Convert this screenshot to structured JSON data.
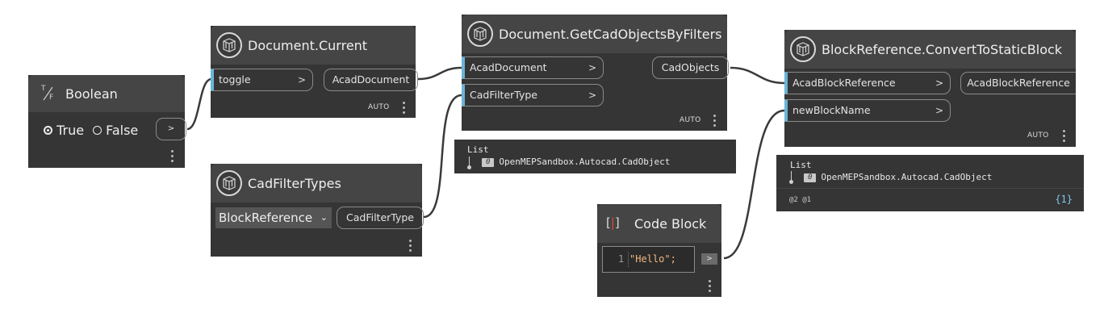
{
  "boolean_node": {
    "title": "Boolean",
    "true_label": "True",
    "false_label": "False",
    "selected": "True",
    "output_arrow": ">"
  },
  "doc_current_node": {
    "title": "Document.Current",
    "input_label": "toggle",
    "output_label": "AcadDocument",
    "lacing": "AUTO",
    "arrow": ">"
  },
  "filter_types_node": {
    "title": "CadFilterTypes",
    "selected_value": "BlockReference",
    "output_label": "CadFilterType"
  },
  "get_objects_node": {
    "title": "Document.GetCadObjectsByFilters",
    "inputs": [
      "AcadDocument",
      "CadFilterType"
    ],
    "output_label": "CadObjects",
    "lacing": "AUTO",
    "arrow": ">"
  },
  "get_objects_preview": {
    "header": "List",
    "index": "0",
    "item": "OpenMEPSandbox.Autocad.CadObject"
  },
  "code_block_node": {
    "title": "Code Block",
    "icon_text": "[ ]",
    "line_number": "1",
    "code": "\"Hello\";",
    "output_arrow": ">"
  },
  "convert_node": {
    "title": "BlockReference.ConvertToStaticBlock",
    "inputs": [
      "AcadBlockReference",
      "newBlockName"
    ],
    "output_label": "AcadBlockReference",
    "lacing": "AUTO",
    "arrow": ">"
  },
  "convert_preview": {
    "header": "List",
    "index": "0",
    "item": "OpenMEPSandbox.Autocad.CadObject",
    "levels": "@2 @1",
    "count": "{1}"
  },
  "colors": {
    "canvas": "#ffffff",
    "node_body": "#353535",
    "node_header": "#454545",
    "input_port_accent": "#6ab4d6",
    "wire": "#3a3a3a",
    "code_string": "#f2b880",
    "code_bracket": "#e04a3a",
    "count_blue": "#7fc8f0"
  }
}
